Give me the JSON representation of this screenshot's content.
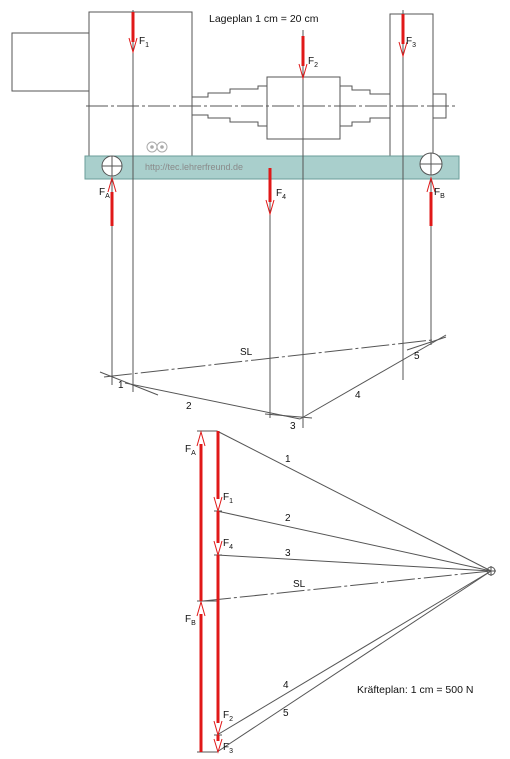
{
  "lageplan_title": "Lageplan 1 cm = 20 cm",
  "kraefteplan_title": "Kräfteplan: 1 cm = 500 N",
  "watermark": "http://tec.lehrerfreund.de",
  "forces": {
    "f1": {
      "base": "F",
      "sub": "1"
    },
    "f2": {
      "base": "F",
      "sub": "2"
    },
    "f3": {
      "base": "F",
      "sub": "3"
    },
    "f4": {
      "base": "F",
      "sub": "4"
    },
    "fa": {
      "base": "F",
      "sub": "A"
    },
    "fb": {
      "base": "F",
      "sub": "B"
    }
  },
  "seil_labels": {
    "s1": "1",
    "s2": "2",
    "s3": "3",
    "s4": "4",
    "s5": "5",
    "sl": "SL"
  },
  "colors": {
    "force": "#e01818",
    "beam": "#a9cfcc",
    "line": "#555555",
    "watermark": "#8a8a8a"
  }
}
